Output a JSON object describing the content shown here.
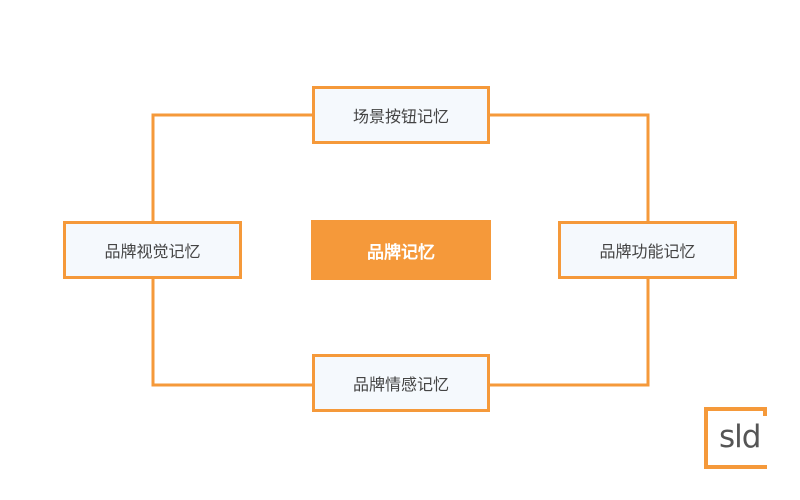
{
  "diagram": {
    "center": {
      "label": "品牌记忆"
    },
    "nodes": {
      "top": {
        "label": "场景按钮记忆"
      },
      "left": {
        "label": "品牌视觉记忆"
      },
      "right": {
        "label": "品牌功能记忆"
      },
      "bottom": {
        "label": "品牌情感记忆"
      }
    }
  },
  "logo": {
    "text": "sld"
  },
  "colors": {
    "accent": "#f5993a",
    "box_fill": "#f5f9fd",
    "text": "#444444",
    "logo_text": "#555555"
  }
}
